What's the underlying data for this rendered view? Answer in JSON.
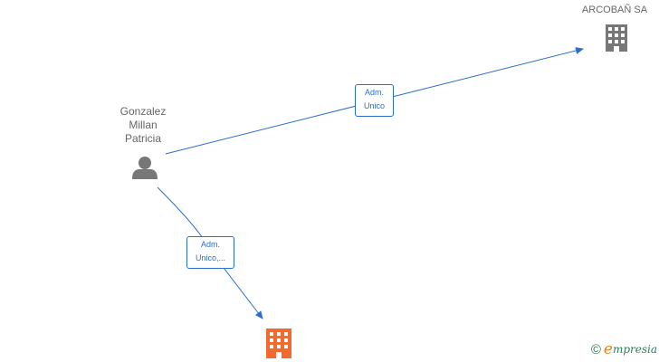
{
  "nodes": {
    "person": {
      "name_lines": [
        "Gonzalez",
        "Millan",
        "Patricia"
      ],
      "icon": "person-icon",
      "color": "#777777"
    },
    "company_top": {
      "name": "ARCOBAÑ SA",
      "icon": "building-icon",
      "color": "#777777"
    },
    "company_bottom": {
      "name": "",
      "icon": "building-icon",
      "color": "#f26a2e"
    }
  },
  "edges": [
    {
      "from": "person",
      "to": "company_top",
      "label_lines": [
        "Adm.",
        "Unico"
      ]
    },
    {
      "from": "person",
      "to": "company_bottom",
      "label_lines": [
        "Adm.",
        "Unico,..."
      ]
    }
  ],
  "colors": {
    "edge": "#2a6fc9",
    "label_text": "#666666"
  },
  "brand": {
    "copyright": "©",
    "initial": "e",
    "rest": "mpresia"
  }
}
